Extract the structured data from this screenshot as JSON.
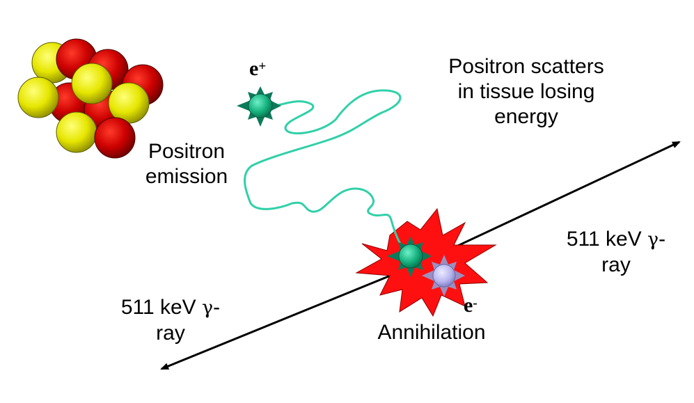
{
  "labels": {
    "positron_symbol": "e",
    "positron_sign": "+",
    "electron_symbol": "e",
    "electron_sign": "-",
    "emission_line1": "Positron",
    "emission_line2": "emission",
    "scatter_line1": "Positron scatters",
    "scatter_line2": "in tissue losing",
    "scatter_line3": "energy",
    "gamma_right_prefix": "511 keV ",
    "gamma_right_greek": "γ",
    "gamma_right_suffix": "-",
    "gamma_right_line2": "ray",
    "gamma_left_prefix": "511 keV ",
    "gamma_left_greek": "γ",
    "gamma_left_suffix": "-",
    "gamma_left_line2": "ray",
    "annihilation": "Annihilation"
  },
  "colors": {
    "proton": "#cc0000",
    "neutron": "#e6e600",
    "positron": "#1abc8c",
    "electron": "#c8c8f0",
    "track": "#30d0a8",
    "burst": "#ff1010",
    "gamma_line": "#000000"
  }
}
